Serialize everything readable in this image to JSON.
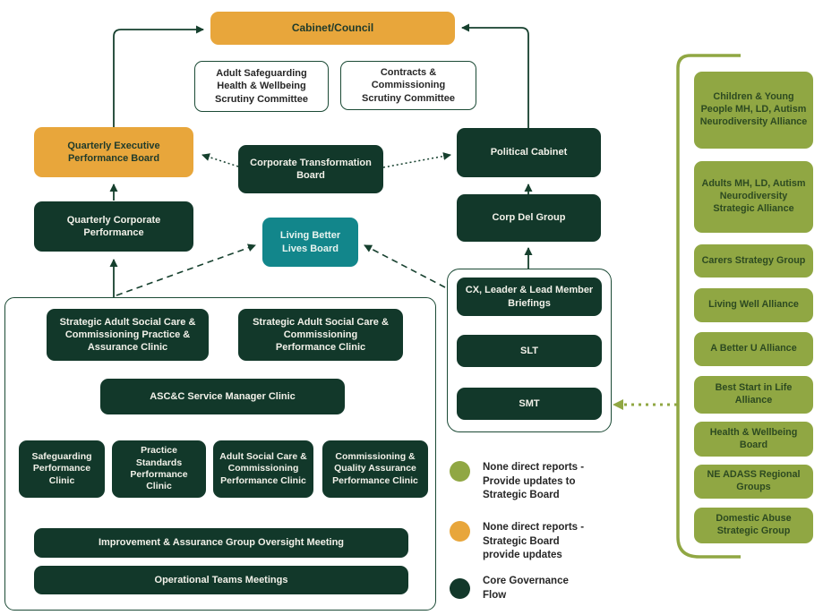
{
  "colors": {
    "orange": "#E8A63B",
    "dark_green": "#12382A",
    "teal": "#12868B",
    "olive": "#90A743",
    "outline_border_green": "#1B4A35"
  },
  "nodes": {
    "cabinet_council": "Cabinet/Council",
    "adult_safeguarding_scrutiny": "Adult Safeguarding Health & Wellbeing Scrutiny Committee",
    "contracts_scrutiny": "Contracts & Commissioning Scrutiny Committee",
    "quarterly_executive": "Quarterly Executive Performance Board",
    "corporate_transformation": "Corporate Transformation Board",
    "political_cabinet": "Political Cabinet",
    "quarterly_corporate": "Quarterly Corporate Performance",
    "living_better_lives": "Living Better Lives Board",
    "corp_del_group": "Corp Del Group",
    "cx_briefings": "CX, Leader & Lead Member Briefings",
    "slt": "SLT",
    "smt": "SMT",
    "strategic_practice": "Strategic Adult Social Care & Commissioning Practice & Assurance Clinic",
    "strategic_performance": "Strategic Adult Social Care & Commissioning Performance Clinic",
    "ascc_service_manager": "ASC&C Service Manager Clinic",
    "safeguarding_clinic": "Safeguarding Performance Clinic",
    "practice_standards_clinic": "Practice Standards Performance Clinic",
    "asc_commissioning_clinic": "Adult Social Care & Commissioning Performance Clinic",
    "commissioning_qa_clinic": "Commissioning & Quality Assurance Performance Clinic",
    "improvement_oversight": "Improvement & Assurance Group Oversight Meeting",
    "operational_teams": "Operational Teams Meetings"
  },
  "partnership_groups": [
    "Children & Young People MH, LD, Autism Neurodiversity Alliance",
    "Adults MH, LD, Autism Neurodiversity Strategic Alliance",
    "Carers Strategy Group",
    "Living Well Alliance",
    "A Better U Alliance",
    "Best Start in Life Alliance",
    "Health & Wellbeing Board",
    "NE ADASS Regional Groups",
    "Domestic Abuse Strategic Group"
  ],
  "legend": [
    {
      "swatch": "olive",
      "label": "None direct reports - Provide updates to Strategic Board"
    },
    {
      "swatch": "orange",
      "label": "None direct reports - Strategic Board provide updates"
    },
    {
      "swatch": "dark-green",
      "label": "Core Governance Flow"
    }
  ]
}
